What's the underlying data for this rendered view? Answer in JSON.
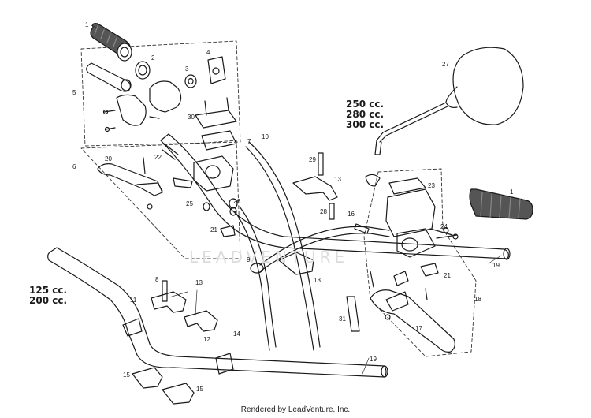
{
  "callouts": {
    "p1a": "1",
    "p2": "2",
    "p3": "3",
    "p4": "4",
    "p5": "5",
    "p6": "6",
    "p7": "7",
    "p8": "8",
    "p9": "9",
    "p10": "10",
    "p11": "11",
    "p12": "12",
    "p13a": "13",
    "p13b": "13",
    "p13c": "13",
    "p14": "14",
    "p15a": "15",
    "p15b": "15",
    "p16": "16",
    "p17": "17",
    "p18": "18",
    "p19a": "19",
    "p19b": "19",
    "p20": "20",
    "p21a": "21",
    "p21b": "21",
    "p22": "22",
    "p23": "23",
    "p24": "24",
    "p25": "25",
    "p26": "26",
    "p27": "27",
    "p28": "28",
    "p29": "29",
    "p30": "30",
    "p31": "31",
    "p1b": "1"
  },
  "displacement_top": [
    "250 cc.",
    "280 cc.",
    "300 cc."
  ],
  "displacement_bottom": [
    "125 cc.",
    "200 cc."
  ],
  "watermark": "LEADVENTURE",
  "footer": "Rendered by LeadVenture, Inc."
}
